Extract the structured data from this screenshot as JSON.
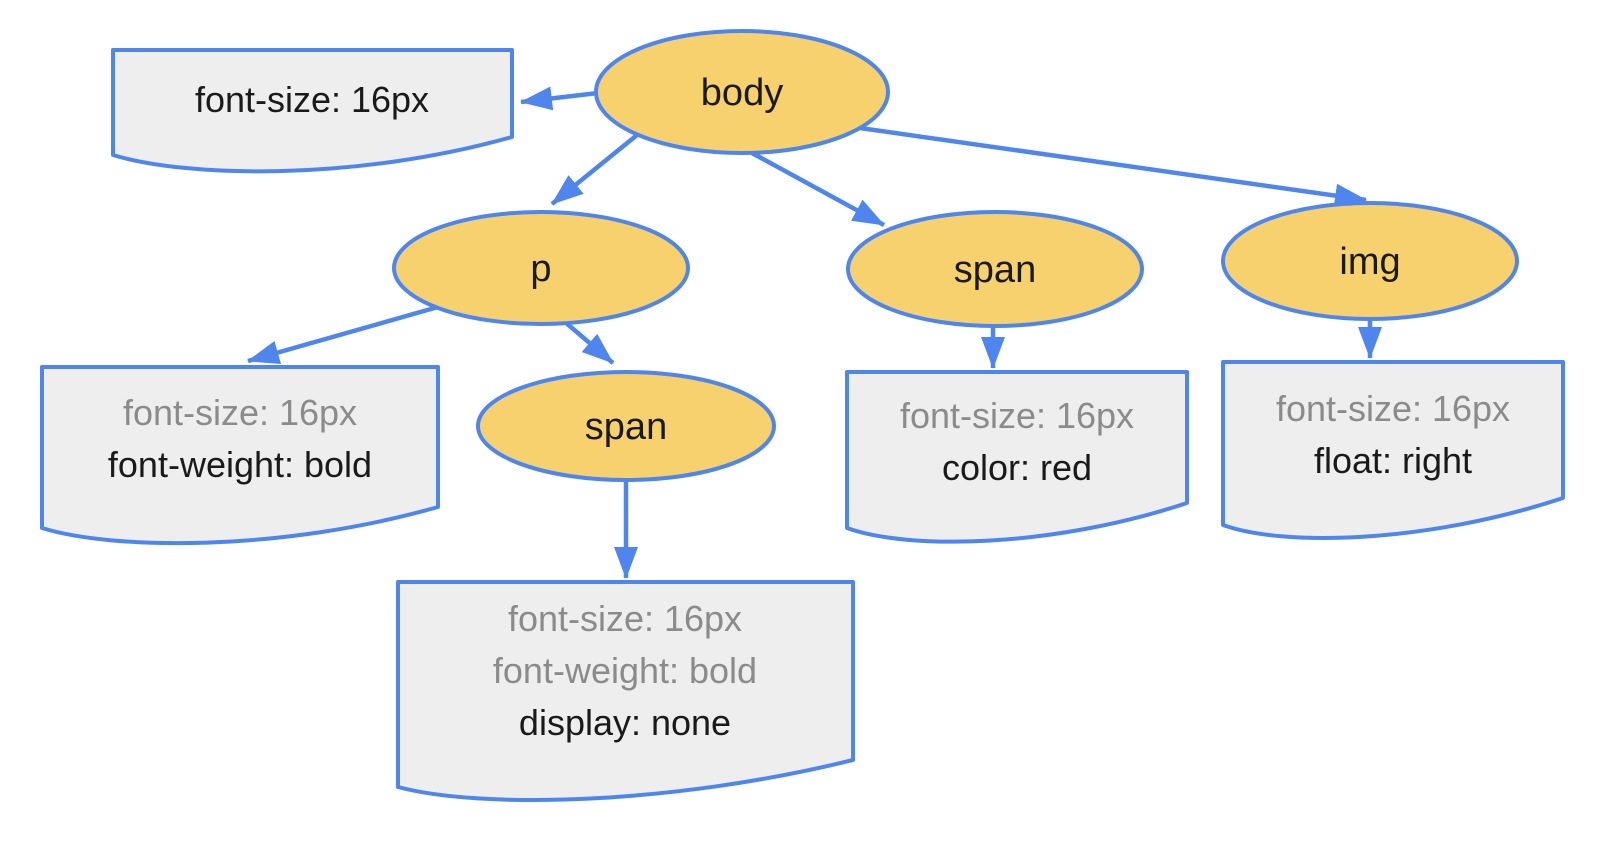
{
  "colors": {
    "stroke_blue": "#4f86ee",
    "node_fill": "#f6d16e",
    "note_fill": "#eeeeee",
    "text_dark": "#1a1a1a",
    "text_muted": "#8b8b8b"
  },
  "nodes": {
    "body": {
      "label": "body"
    },
    "p": {
      "label": "p"
    },
    "span_in_body": {
      "label": "span"
    },
    "img": {
      "label": "img"
    },
    "span_in_p": {
      "label": "span"
    }
  },
  "style_notes": {
    "body": {
      "lines": [
        {
          "text": "font-size: 16px",
          "inherited": false
        }
      ]
    },
    "p": {
      "lines": [
        {
          "text": "font-size: 16px",
          "inherited": true
        },
        {
          "text": "font-weight: bold",
          "inherited": false
        }
      ]
    },
    "span_in_p": {
      "lines": [
        {
          "text": "font-size: 16px",
          "inherited": true
        },
        {
          "text": "font-weight: bold",
          "inherited": true
        },
        {
          "text": "display: none",
          "inherited": false
        }
      ]
    },
    "span_in_body": {
      "lines": [
        {
          "text": "font-size: 16px",
          "inherited": true
        },
        {
          "text": "color: red",
          "inherited": false
        }
      ]
    },
    "img": {
      "lines": [
        {
          "text": "font-size: 16px",
          "inherited": true
        },
        {
          "text": "float: right",
          "inherited": false
        }
      ]
    }
  }
}
